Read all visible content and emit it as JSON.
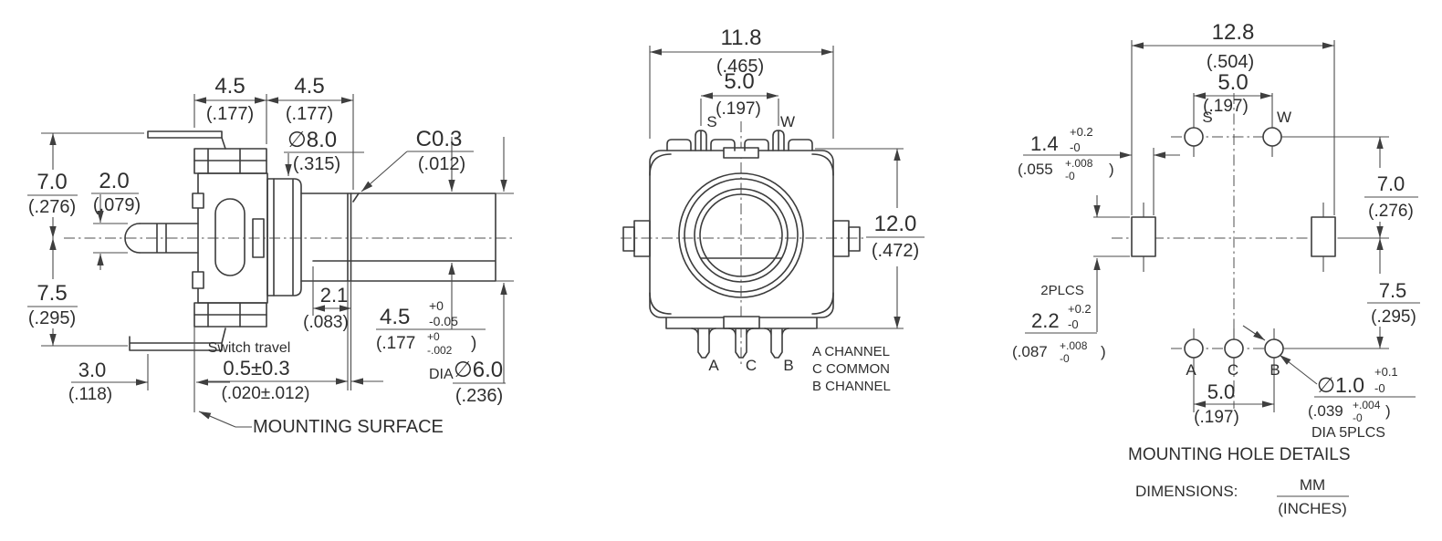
{
  "side_view": {
    "top_width_left": {
      "mm": "4.5",
      "in": "(.177)"
    },
    "top_width_right": {
      "mm": "4.5",
      "in": "(.177)"
    },
    "height_upper": {
      "mm": "7.0",
      "in": "(.276)"
    },
    "actuator_dia": {
      "mm": "2.0",
      "in": "(.079)"
    },
    "height_lower": {
      "mm": "7.5",
      "in": "(.295)"
    },
    "actuator_length": {
      "mm": "3.0",
      "in": "(.118)"
    },
    "bushing_dia": {
      "mm": "∅8.0",
      "in": "(.315)"
    },
    "chamfer": {
      "mm": "C0.3",
      "in": "(.012)"
    },
    "flat_offset": {
      "mm": "2.1",
      "in": "(.083)"
    },
    "shaft_flat": {
      "mm": "4.5",
      "tol_plus": "+0",
      "tol_minus": "-0.05",
      "in_open": "(.177",
      "in_tol_plus": "+0",
      "in_tol_minus": "-.002",
      "in_close": ")"
    },
    "switch_travel_label": "Switch travel",
    "switch_travel": {
      "mm": "0.5±0.3",
      "in": "(.020±.012)"
    },
    "shaft_dia": {
      "prefix": "DIA",
      "mm": "∅6.0",
      "in": "(.236)"
    },
    "mounting_surface_label": "MOUNTING SURFACE"
  },
  "front_view": {
    "body_width": {
      "mm": "11.8",
      "in": "(.465)"
    },
    "pin_span_top": {
      "mm": "5.0",
      "in": "(.197)"
    },
    "body_height": {
      "mm": "12.0",
      "in": "(.472)"
    },
    "pin_s": "S",
    "pin_w": "W",
    "pin_a": "A",
    "pin_c": "C",
    "pin_b": "B",
    "legend": [
      "A CHANNEL",
      "C COMMON",
      "B CHANNEL"
    ]
  },
  "hole_view": {
    "pattern_width": {
      "mm": "12.8",
      "in": "(.504)"
    },
    "hole_span_top": {
      "mm": "5.0",
      "in": "(.197)"
    },
    "hole_span_bottom": {
      "mm": "5.0",
      "in": "(.197)"
    },
    "slot_width": {
      "mm": "1.4",
      "tol_plus": "+0.2",
      "tol_minus": "-0",
      "in_open": "(.055",
      "in_tol_plus": "+.008",
      "in_tol_minus": "-0",
      "in_close": ")"
    },
    "slot_height": {
      "plcs": "2PLCS",
      "mm": "2.2",
      "tol_plus": "+0.2",
      "tol_minus": "-0",
      "in_open": "(.087",
      "in_tol_plus": "+.008",
      "in_tol_minus": "-0",
      "in_close": ")"
    },
    "height_upper": {
      "mm": "7.0",
      "in": "(.276)"
    },
    "height_lower": {
      "mm": "7.5",
      "in": "(.295)"
    },
    "hole_s": "S",
    "hole_w": "W",
    "hole_a": "A",
    "hole_c": "C",
    "hole_b": "B",
    "hole_dia": {
      "mm": "∅1.0",
      "tol_plus": "+0.1",
      "tol_minus": "-0",
      "in_open": "(.039",
      "in_tol_plus": "+.004",
      "in_tol_minus": "-0",
      "in_close": ")",
      "plcs": "DIA 5PLCS"
    },
    "title": "MOUNTING HOLE DETAILS"
  },
  "units": {
    "label": "DIMENSIONS:",
    "mm": "MM",
    "inches": "(INCHES)"
  }
}
